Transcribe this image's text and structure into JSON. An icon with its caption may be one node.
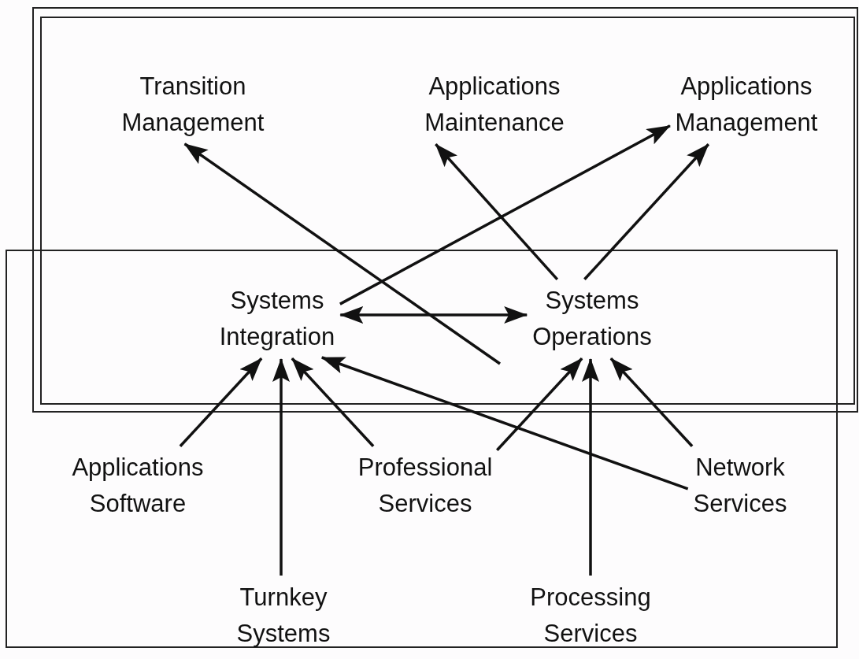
{
  "diagram": {
    "nodes": [
      {
        "text": [
          "Transition Management"
        ]
      },
      {
        "text": [
          "Applications Maintenance"
        ]
      },
      {
        "text": [
          "Applications Management"
        ]
      },
      {
        "text": [
          "Systems Integration"
        ]
      },
      {
        "text": [
          "Systems Operations"
        ]
      },
      {
        "text": [
          "Applications Software"
        ]
      },
      {
        "text": [
          "Turnkey Systems"
        ]
      },
      {
        "text": [
          "Professional Services"
        ]
      },
      {
        "text": [
          "Network Services"
        ]
      },
      {
        "text": [
          "Processing Services"
        ]
      }
    ],
    "edges": [
      {
        "from": 4,
        "to": 0,
        "arrow": "to"
      },
      {
        "from": 3,
        "to": 2,
        "arrow": "to"
      },
      {
        "from": 4,
        "to": 1,
        "arrow": "to"
      },
      {
        "from": 4,
        "to": 2,
        "arrow": "to"
      },
      {
        "from": 3,
        "to": 4,
        "arrow": "both"
      },
      {
        "from": 5,
        "to": 3,
        "arrow": "to"
      },
      {
        "from": 6,
        "to": 3,
        "arrow": "to"
      },
      {
        "from": 7,
        "to": 3,
        "arrow": "to"
      },
      {
        "from": 8,
        "to": 3,
        "arrow": "to"
      },
      {
        "from": 7,
        "to": 4,
        "arrow": "to"
      },
      {
        "from": 9,
        "to": 4,
        "arrow": "to"
      },
      {
        "from": 8,
        "to": 4,
        "arrow": "to"
      }
    ]
  }
}
